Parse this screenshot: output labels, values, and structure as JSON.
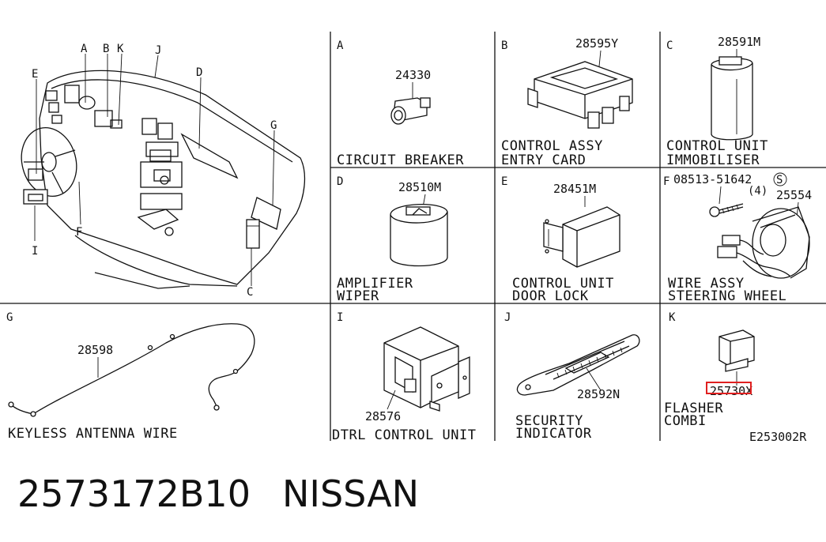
{
  "catalog": {
    "part_number": "2573172B10",
    "brand": "NISSAN",
    "drawing_code": "E253002R"
  },
  "overview": {
    "callouts": [
      "A",
      "B",
      "K",
      "J",
      "E",
      "D",
      "G",
      "I",
      "F",
      "C"
    ]
  },
  "panels": {
    "A": {
      "letter": "A",
      "part": "24330",
      "name": [
        "CIRCUIT BREAKER"
      ]
    },
    "B": {
      "letter": "B",
      "part": "28595Y",
      "name": [
        "CONTROL ASSY",
        "ENTRY CARD"
      ]
    },
    "C": {
      "letter": "C",
      "part": "28591M",
      "name": [
        "CONTROL UNIT",
        "IMMOBILISER"
      ]
    },
    "D": {
      "letter": "D",
      "part": "28510M",
      "name": [
        "AMPLIFIER",
        "WIPER"
      ]
    },
    "E": {
      "letter": "E",
      "part": "28451M",
      "name": [
        "CONTROL UNIT",
        "DOOR LOCK"
      ]
    },
    "F": {
      "letter": "F",
      "bolt": "08513-51642",
      "bolt_circle": "S",
      "qty": "(4)",
      "part": "25554",
      "name": [
        "WIRE ASSY",
        "STEERING WHEEL"
      ]
    },
    "G": {
      "letter": "G",
      "part": "28598",
      "name": [
        "KEYLESS ANTENNA WIRE"
      ]
    },
    "I": {
      "letter": "I",
      "part": "28576",
      "name": [
        "DTRL CONTROL UNIT"
      ]
    },
    "J": {
      "letter": "J",
      "part": "28592N",
      "name": [
        "SECURITY",
        "INDICATOR"
      ]
    },
    "K": {
      "letter": "K",
      "part": "25730X",
      "name": [
        "FLASHER",
        "COMBI"
      ],
      "highlight_color": "#e02020"
    }
  }
}
